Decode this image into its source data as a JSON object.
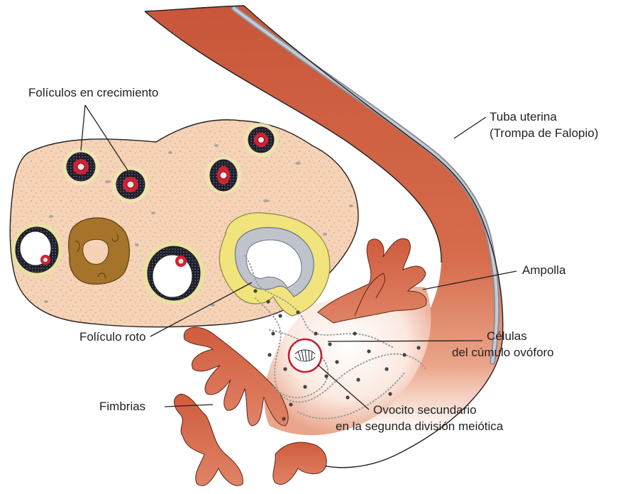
{
  "labels": {
    "growing_follicles": "Folículos en crecimiento",
    "tube_line1": "Tuba uterina",
    "tube_line2": "(Trompa de Falopio)",
    "ampulla": "Ampolla",
    "ruptured_follicle": "Folículo roto",
    "cumulus_line1": "Células",
    "cumulus_line2": "del cúmulo ovóforo",
    "fimbriae": "Fimbrias",
    "oocyte_line1": "Ovocito secundario",
    "oocyte_line2": "en la segunda división meiótica"
  },
  "colors": {
    "ovary_fill": "#f6d3b6",
    "tube_red": "#c9563a",
    "tube_light": "#f2c4ae",
    "corpus": "#a5732a",
    "follicle_dark": "#1e1e2a",
    "follicle_red": "#d42034",
    "halo": "#e9e7a6",
    "cumulus_yellow": "#f1e47c",
    "cumulus_gray": "#bfc3cc",
    "text": "#231f20",
    "line": "#231f20"
  }
}
